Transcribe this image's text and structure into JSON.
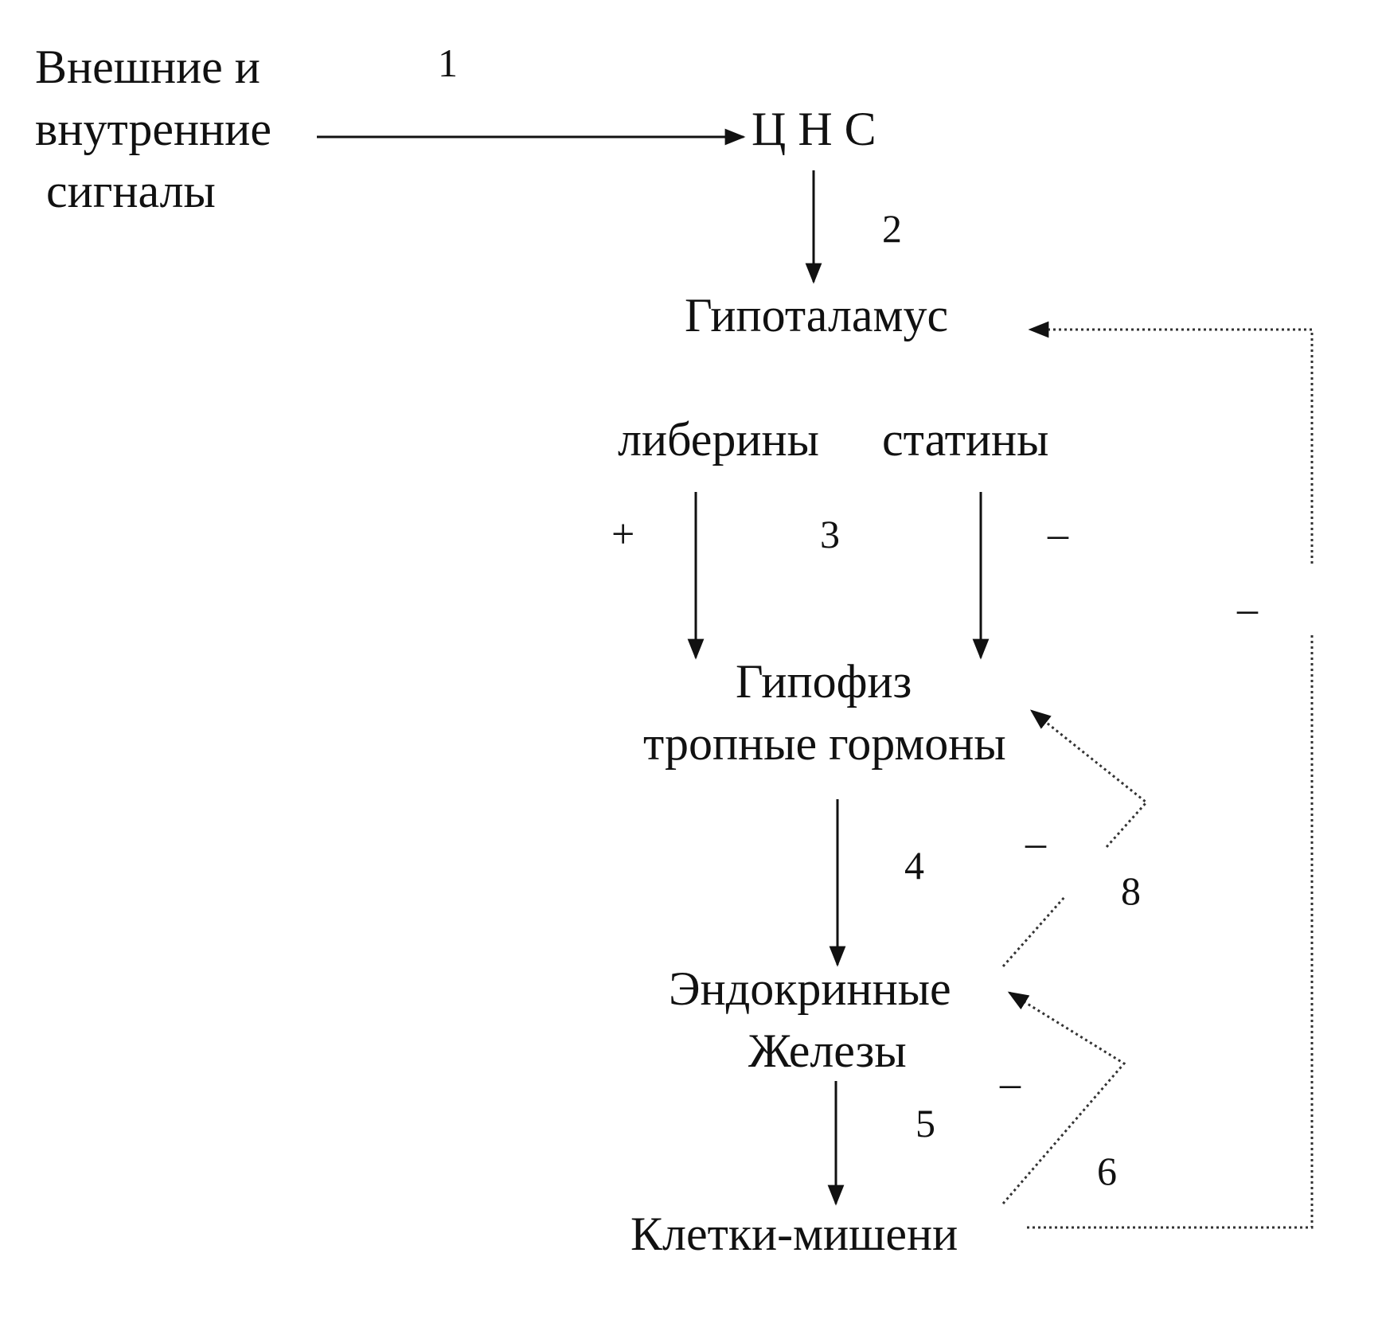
{
  "nodes": {
    "signals": [
      "Внешние и",
      "внутренние",
      "сигналы"
    ],
    "cns": "Ц Н С",
    "hypothalamus": "Гипоталамус",
    "liberins": "либерины",
    "statins": "статины",
    "pituitary": [
      "Гипофиз",
      "тропные гормоны"
    ],
    "endocrine": [
      "Эндокринные",
      "Железы"
    ],
    "targets": "Клетки-мишени"
  },
  "labels": {
    "n1": "1",
    "n2": "2",
    "n3": "3",
    "n4": "4",
    "n5": "5",
    "n6": "6",
    "n8": "8"
  },
  "signs": {
    "plus": "+",
    "minus": "–"
  },
  "colors": {
    "ink": "#111111",
    "dotted": "#333333"
  }
}
